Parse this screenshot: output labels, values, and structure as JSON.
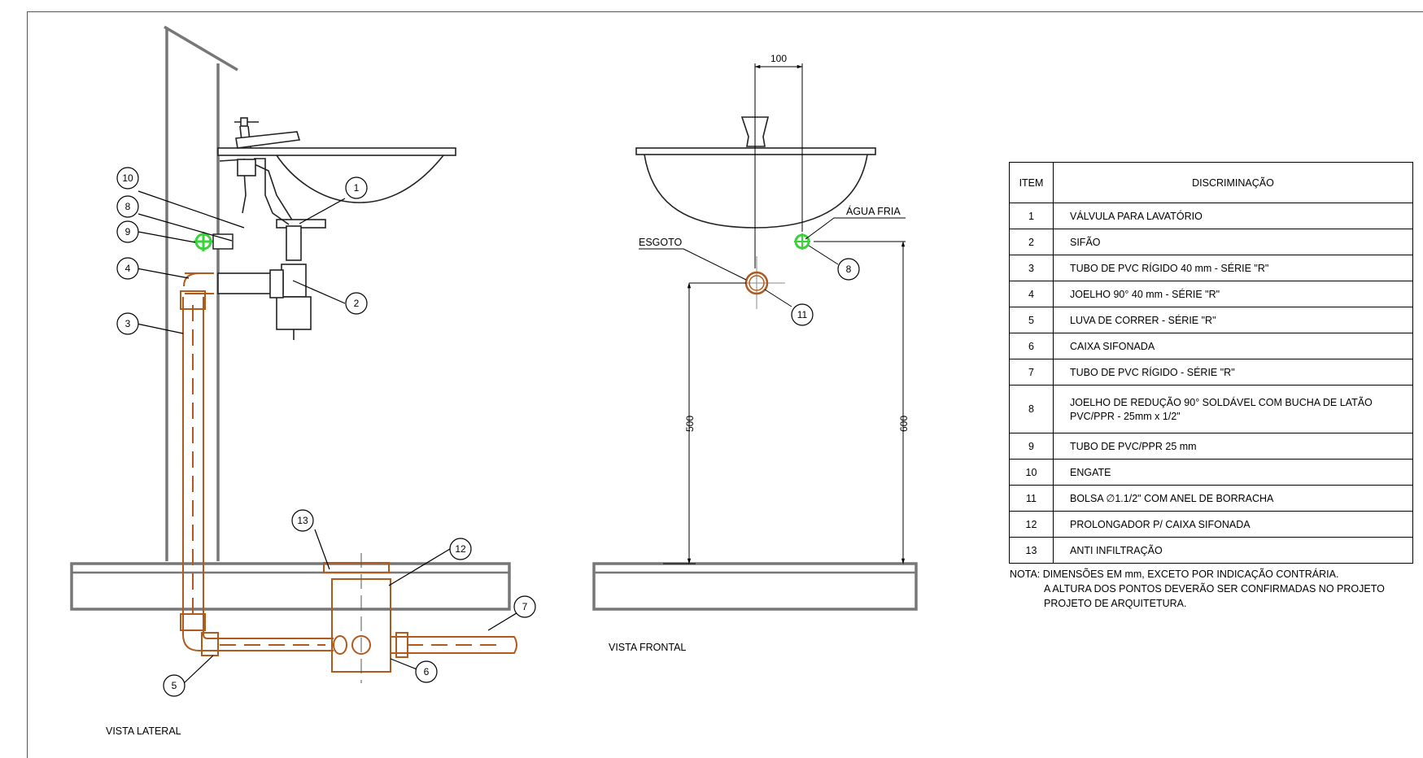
{
  "labels": {
    "vista_lateral": "VISTA LATERAL",
    "vista_frontal": "VISTA FRONTAL",
    "esgoto": "ESGOTO",
    "agua_fria": "ÁGUA FRIA"
  },
  "dimensions": {
    "d100": "100",
    "d500": "500",
    "d600": "600"
  },
  "callouts": {
    "c1": "1",
    "c2": "2",
    "c3": "3",
    "c4": "4",
    "c5": "5",
    "c6": "6",
    "c7": "7",
    "c8": "8",
    "c9": "9",
    "c10": "10",
    "c12": "12",
    "c13": "13",
    "c8f": "8",
    "c11": "11"
  },
  "table": {
    "header_item": "ITEM",
    "header_desc": "DISCRIMINAÇÃO",
    "rows": [
      {
        "item": "1",
        "desc": "VÁLVULA PARA LAVATÓRIO"
      },
      {
        "item": "2",
        "desc": "SIFÃO"
      },
      {
        "item": "3",
        "desc": "TUBO DE PVC RÍGIDO 40 mm - SÉRIE \"R\""
      },
      {
        "item": "4",
        "desc": "JOELHO 90° 40 mm - SÉRIE \"R\""
      },
      {
        "item": "5",
        "desc": "LUVA DE CORRER - SÉRIE \"R\""
      },
      {
        "item": "6",
        "desc": "CAIXA SIFONADA"
      },
      {
        "item": "7",
        "desc": "TUBO DE PVC RÍGIDO - SÉRIE \"R\""
      },
      {
        "item": "8",
        "desc": "JOELHO DE REDUÇÃO 90° SOLDÁVEL COM BUCHA DE LATÃO",
        "desc2": "PVC/PPR - 25mm x 1/2\""
      },
      {
        "item": "9",
        "desc": "TUBO DE PVC/PPR 25 mm"
      },
      {
        "item": "10",
        "desc": "ENGATE"
      },
      {
        "item": "11",
        "desc": "BOLSA ∅1.1/2\" COM ANEL DE BORRACHA"
      },
      {
        "item": "12",
        "desc": "PROLONGADOR P/ CAIXA SIFONADA"
      },
      {
        "item": "13",
        "desc": "ANTI INFILTRAÇÃO"
      }
    ]
  },
  "note": {
    "line1": "NOTA: DIMENSÕES EM mm, EXCETO POR INDICAÇÃO CONTRÁRIA.",
    "line2": "A ALTURA DOS PONTOS DEVERÃO SER CONFIRMADAS NO PROJETO",
    "line3": "PROJETO DE ARQUITETURA."
  },
  "colors": {
    "pvc": "#b05a1e",
    "water": "#3ad13a",
    "line": "#222222",
    "slab": "#777777"
  }
}
